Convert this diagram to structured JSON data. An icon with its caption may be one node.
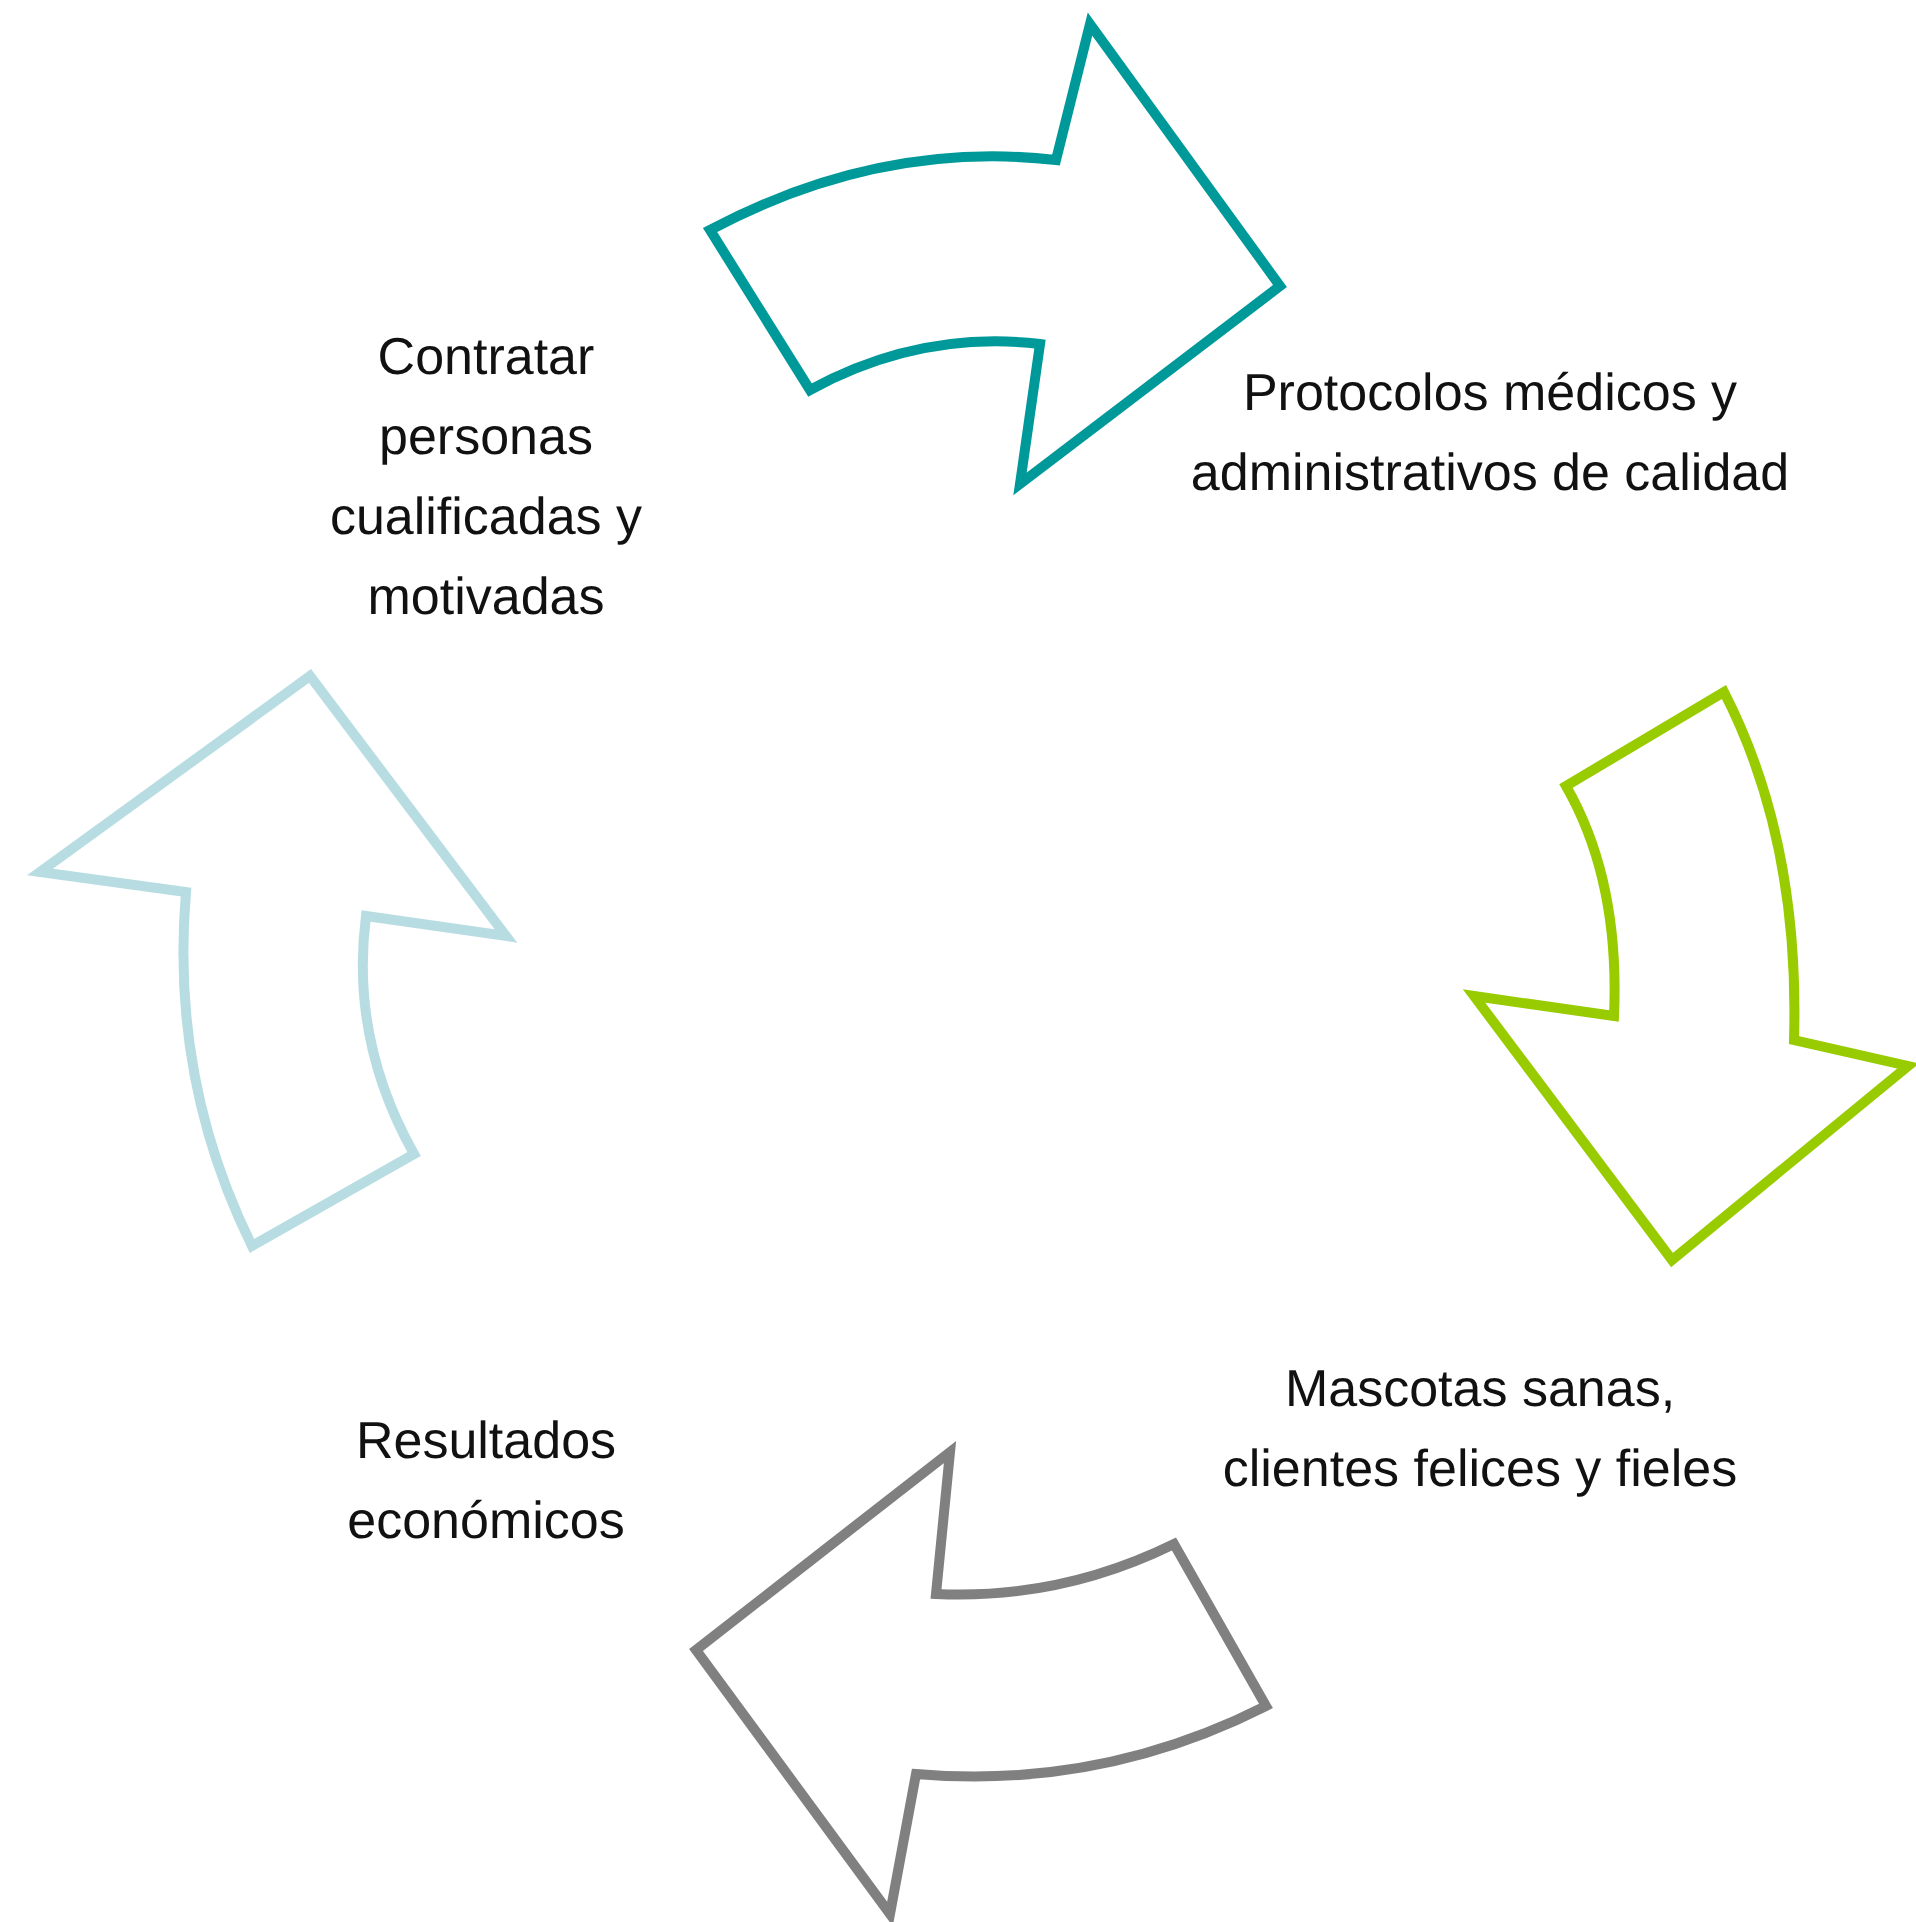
{
  "diagram": {
    "nodes": [
      {
        "text": [
          "Contratar personas cualificadas y motivadas"
        ]
      },
      {
        "text": [
          "Protocolos médicos y administrativos de calidad"
        ]
      },
      {
        "text": [
          "Mascotas sanas, clientes felices y fieles"
        ]
      },
      {
        "text": [
          "Resultados económicos"
        ]
      }
    ],
    "edges": [
      {
        "from": 0,
        "to": 1,
        "arrow": "to",
        "color": "#009999"
      },
      {
        "from": 1,
        "to": 2,
        "arrow": "to",
        "color": "#99cc00"
      },
      {
        "from": 2,
        "to": 3,
        "arrow": "to",
        "color": "#808080"
      },
      {
        "from": 3,
        "to": 0,
        "arrow": "to",
        "color": "#b7dde3"
      }
    ]
  }
}
